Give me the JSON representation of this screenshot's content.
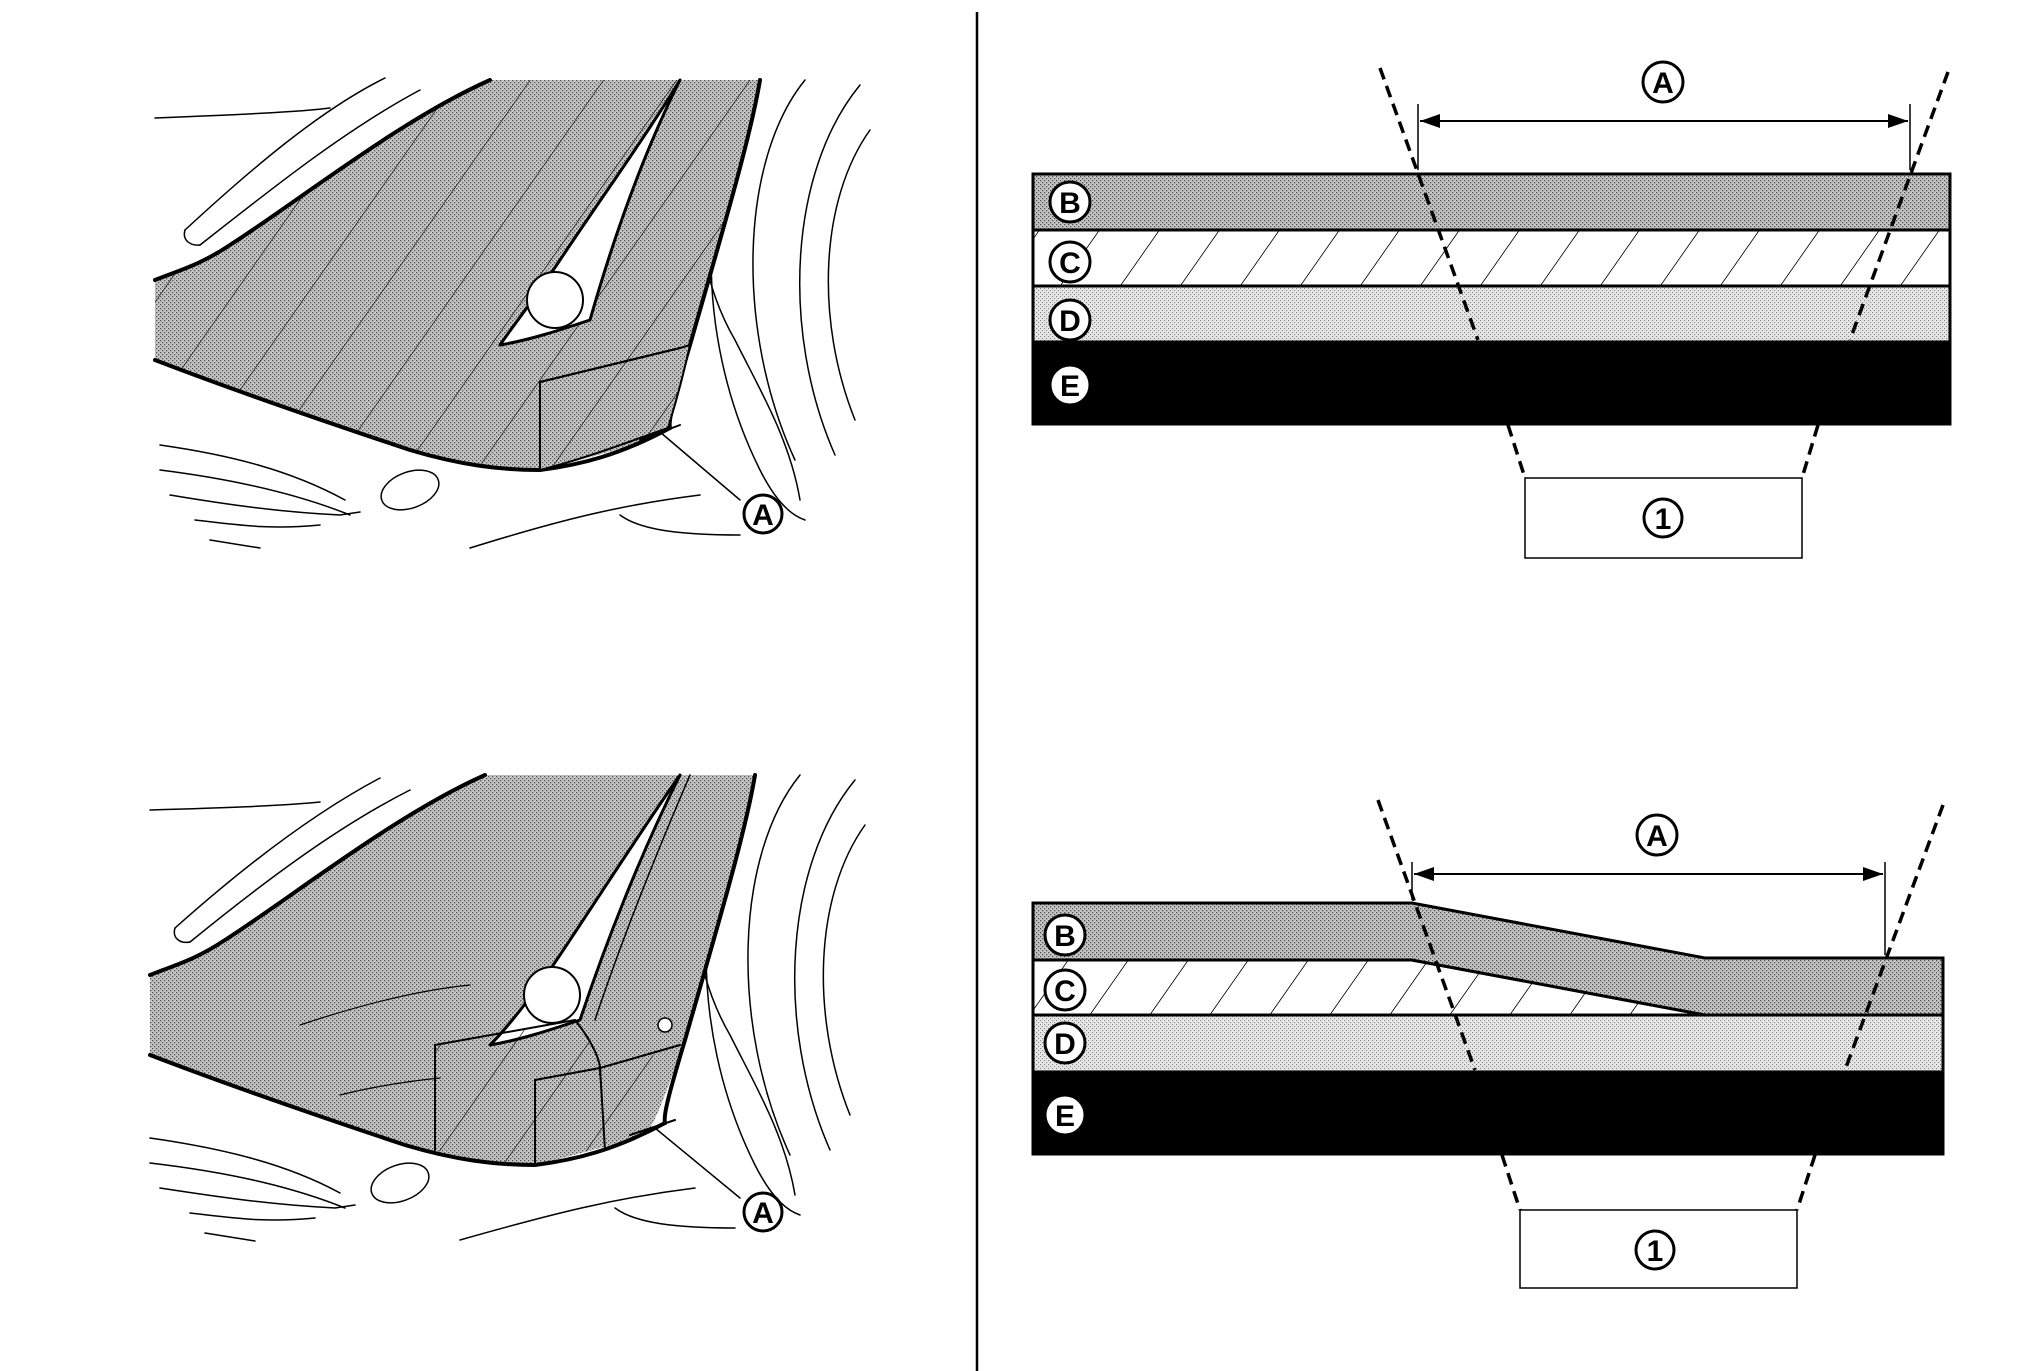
{
  "labels": {
    "a": "A",
    "b": "B",
    "c": "C",
    "d": "D",
    "e": "E",
    "one": "1"
  },
  "colors": {
    "ink": "#000000",
    "paper": "#ffffff",
    "shade_dark": "#bdbdbd",
    "shade_light": "#dedede"
  }
}
